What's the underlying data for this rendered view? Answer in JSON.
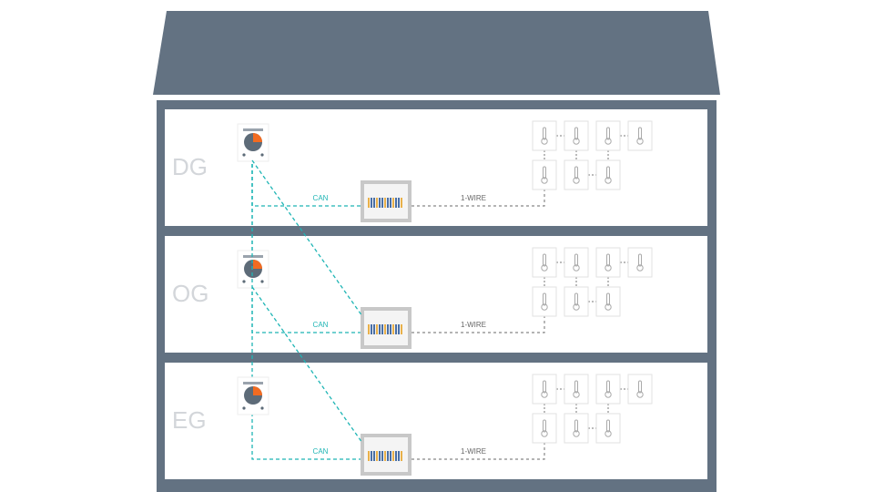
{
  "colors": {
    "house": "#637282",
    "can": "#1fb5b5",
    "wire": "#888888",
    "floor_label": "#d3d6da",
    "accent": "#f26b21"
  },
  "floors": [
    {
      "name": "DG",
      "can_label": "CAN",
      "wire_label": "1-WIRE"
    },
    {
      "name": "OG",
      "can_label": "CAN",
      "wire_label": "1-WIRE"
    },
    {
      "name": "EG",
      "can_label": "CAN",
      "wire_label": "1-WIRE"
    }
  ]
}
